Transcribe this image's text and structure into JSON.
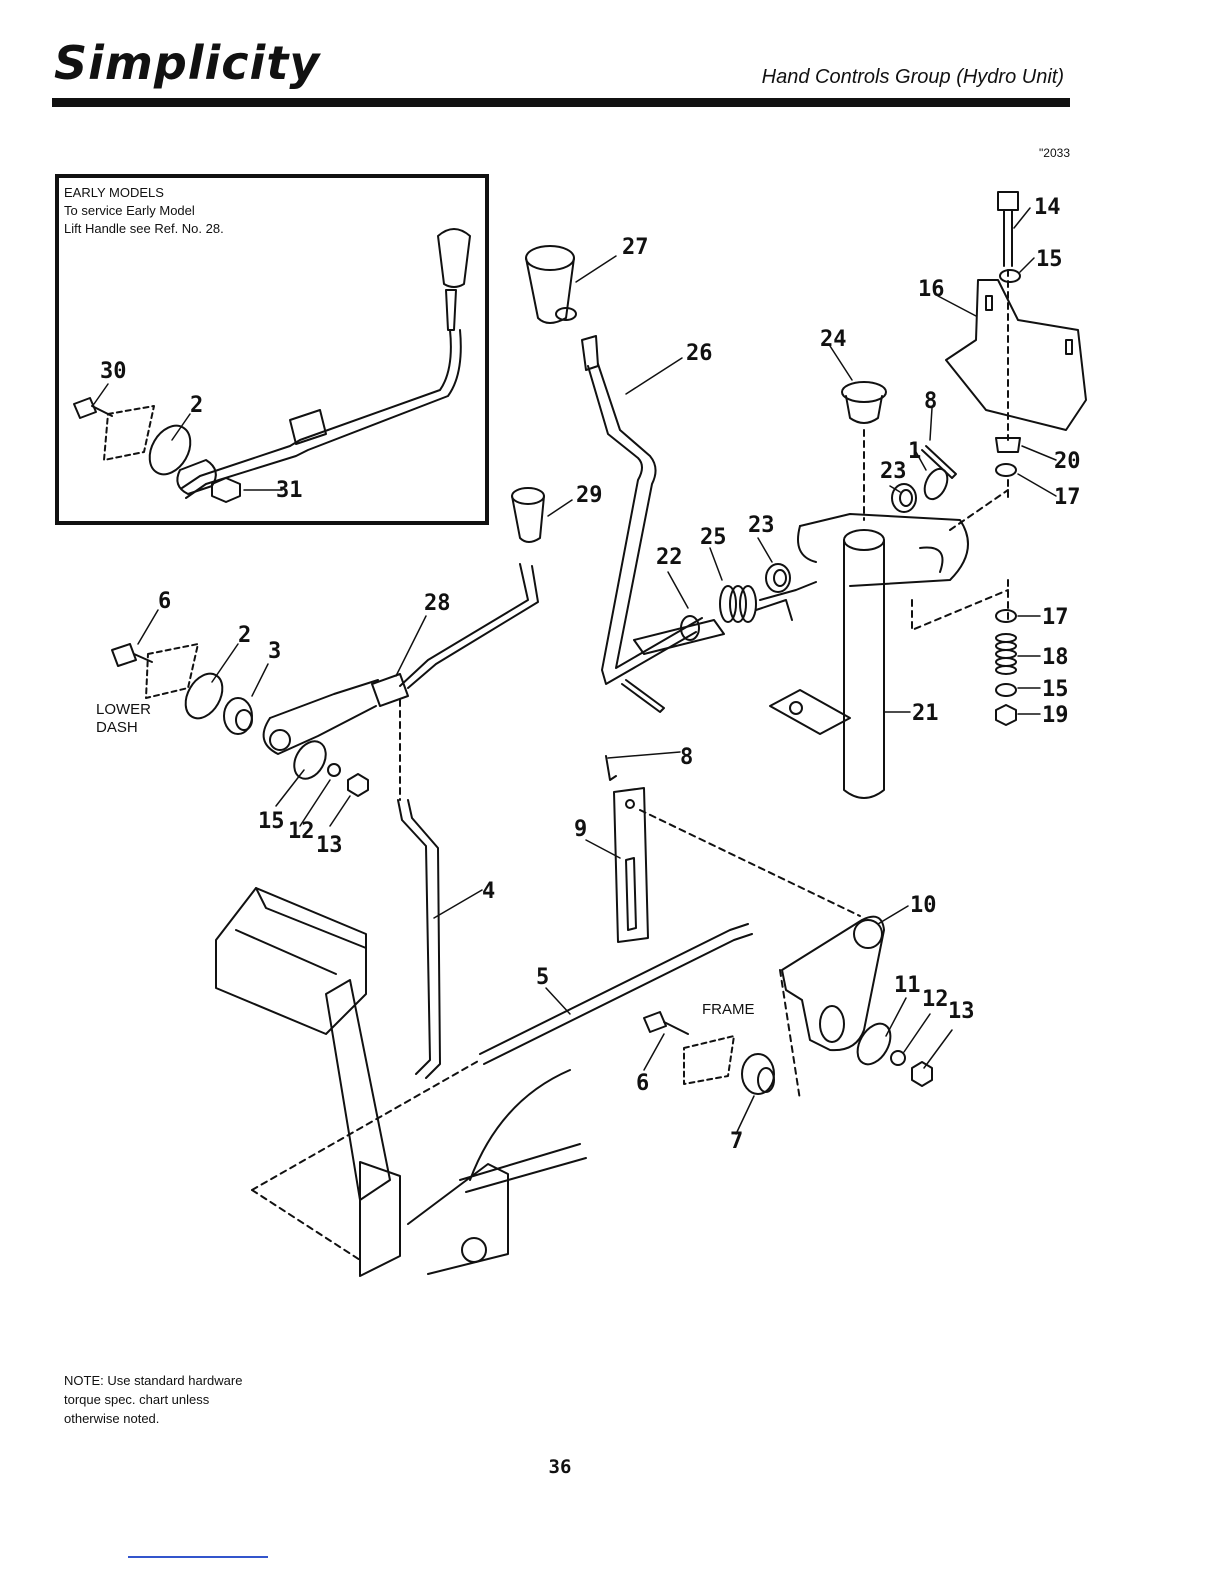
{
  "header": {
    "brand": "Simplicity",
    "section_title": "Hand Controls Group (Hydro Unit)",
    "figure_id": "\"2033"
  },
  "early_models": {
    "lines": [
      "EARLY MODELS",
      "To service Early Model",
      "Lift Handle see Ref. No. 28."
    ]
  },
  "labels": {
    "lower_dash": [
      "LOWER",
      "DASH"
    ],
    "frame": "FRAME"
  },
  "callouts": [
    {
      "id": "c30",
      "text": "30"
    },
    {
      "id": "c2a",
      "text": "2"
    },
    {
      "id": "c31",
      "text": "31"
    },
    {
      "id": "c27",
      "text": "27"
    },
    {
      "id": "c26",
      "text": "26"
    },
    {
      "id": "c29",
      "text": "29"
    },
    {
      "id": "c28",
      "text": "28"
    },
    {
      "id": "c6a",
      "text": "6"
    },
    {
      "id": "c2b",
      "text": "2"
    },
    {
      "id": "c3",
      "text": "3"
    },
    {
      "id": "c15a",
      "text": "15"
    },
    {
      "id": "c12a",
      "text": "12"
    },
    {
      "id": "c13a",
      "text": "13"
    },
    {
      "id": "c4",
      "text": "4"
    },
    {
      "id": "c5",
      "text": "5"
    },
    {
      "id": "c8a",
      "text": "8"
    },
    {
      "id": "c9",
      "text": "9"
    },
    {
      "id": "c22",
      "text": "22"
    },
    {
      "id": "c25",
      "text": "25"
    },
    {
      "id": "c23a",
      "text": "23"
    },
    {
      "id": "c23b",
      "text": "23"
    },
    {
      "id": "c24",
      "text": "24"
    },
    {
      "id": "c1",
      "text": "1"
    },
    {
      "id": "c8b",
      "text": "8"
    },
    {
      "id": "c14",
      "text": "14"
    },
    {
      "id": "c15b",
      "text": "15"
    },
    {
      "id": "c16",
      "text": "16"
    },
    {
      "id": "c20",
      "text": "20"
    },
    {
      "id": "c17a",
      "text": "17"
    },
    {
      "id": "c17b",
      "text": "17"
    },
    {
      "id": "c18",
      "text": "18"
    },
    {
      "id": "c15c",
      "text": "15"
    },
    {
      "id": "c19",
      "text": "19"
    },
    {
      "id": "c21",
      "text": "21"
    },
    {
      "id": "c10",
      "text": "10"
    },
    {
      "id": "c11",
      "text": "11"
    },
    {
      "id": "c12b",
      "text": "12"
    },
    {
      "id": "c13b",
      "text": "13"
    },
    {
      "id": "c6b",
      "text": "6"
    },
    {
      "id": "c7",
      "text": "7"
    }
  ],
  "note": {
    "lines": [
      "NOTE: Use standard hardware",
      "torque spec. chart unless",
      "otherwise noted."
    ]
  },
  "footer": {
    "page_number": "36"
  }
}
